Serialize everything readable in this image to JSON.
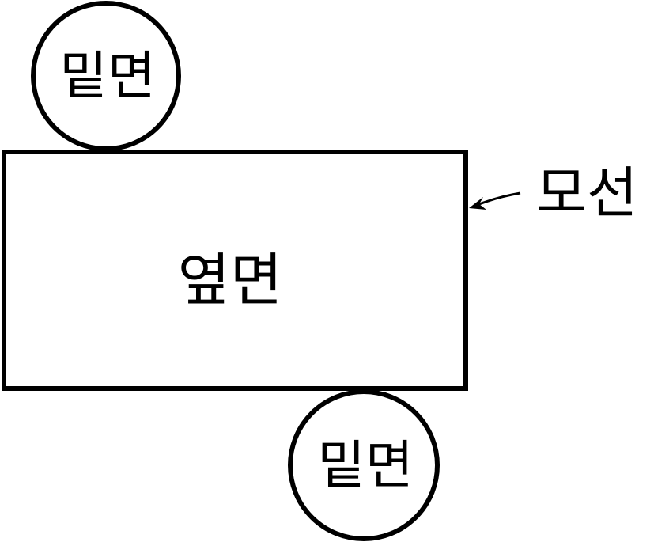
{
  "labels": {
    "top_base": "밑면",
    "lateral_face": "옆면",
    "bottom_base": "밑면",
    "generatrix": "모선"
  },
  "colors": {
    "stroke": "#000000",
    "fill": "#ffffff"
  }
}
